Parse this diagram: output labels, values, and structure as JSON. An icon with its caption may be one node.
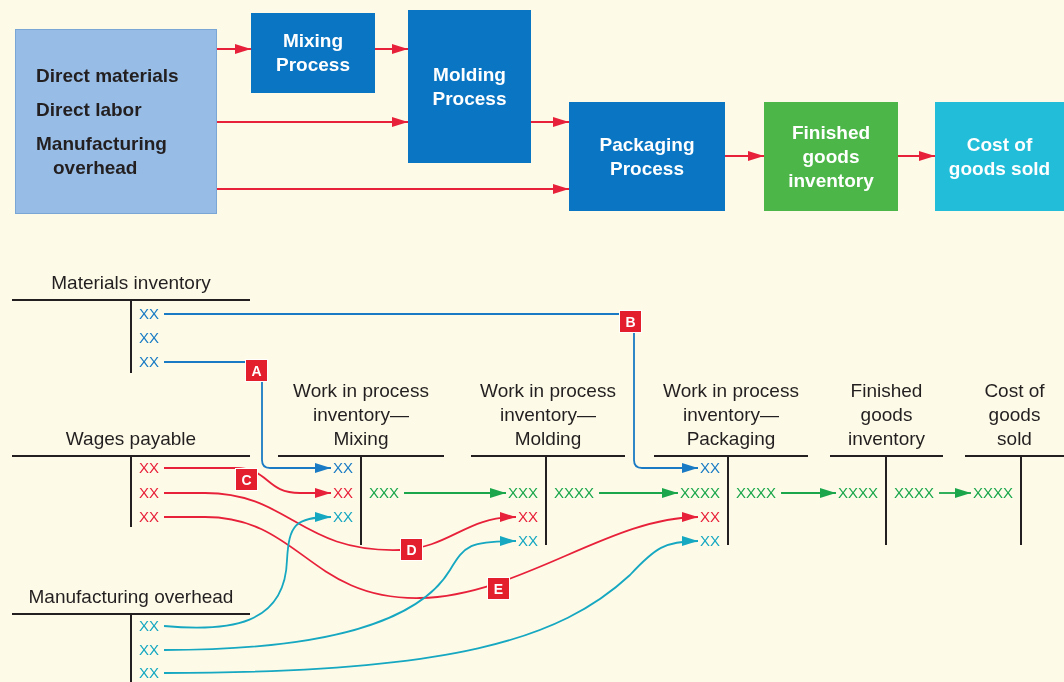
{
  "diagram": {
    "nodes": [
      {
        "text": [
          "Direct materials",
          "Direct labor",
          "Manufacturing overhead"
        ]
      },
      {
        "text": [
          "Mixing Process"
        ]
      },
      {
        "text": [
          "Molding Process"
        ]
      },
      {
        "text": [
          "Packaging Process"
        ]
      },
      {
        "text": [
          "Finished goods inventory"
        ]
      },
      {
        "text": [
          "Cost of goods sold"
        ]
      },
      {
        "text": [
          "Materials inventory"
        ]
      },
      {
        "text": [
          "XX"
        ],
        "in": 6
      },
      {
        "text": [
          "XX"
        ],
        "in": 6
      },
      {
        "text": [
          "XX"
        ],
        "in": 6
      },
      {
        "text": [
          "Wages payable"
        ]
      },
      {
        "text": [
          "XX"
        ],
        "in": 10
      },
      {
        "text": [
          "XX"
        ],
        "in": 10
      },
      {
        "text": [
          "XX"
        ],
        "in": 10
      },
      {
        "text": [
          "Manufacturing overhead"
        ]
      },
      {
        "text": [
          "XX"
        ],
        "in": 14
      },
      {
        "text": [
          "XX"
        ],
        "in": 14
      },
      {
        "text": [
          "XX"
        ],
        "in": 14
      },
      {
        "text": [
          "Work in process inventory—Mixing"
        ]
      },
      {
        "text": [
          "XX"
        ],
        "in": 18
      },
      {
        "text": [
          "XX"
        ],
        "in": 18
      },
      {
        "text": [
          "XX"
        ],
        "in": 18
      },
      {
        "text": [
          "XXX"
        ],
        "in": 18
      },
      {
        "text": [
          "Work in process inventory—Molding"
        ]
      },
      {
        "text": [
          "XXX"
        ],
        "in": 23
      },
      {
        "text": [
          "XXXX"
        ],
        "in": 23
      },
      {
        "text": [
          "XX"
        ],
        "in": 23
      },
      {
        "text": [
          "XX"
        ],
        "in": 23
      },
      {
        "text": [
          "Work in process inventory—Packaging"
        ]
      },
      {
        "text": [
          "XX"
        ],
        "in": 28
      },
      {
        "text": [
          "XXXX"
        ],
        "in": 28
      },
      {
        "text": [
          "XXXX"
        ],
        "in": 28
      },
      {
        "text": [
          "XX"
        ],
        "in": 28
      },
      {
        "text": [
          "XX"
        ],
        "in": 28
      },
      {
        "text": [
          "Finished goods inventory"
        ]
      },
      {
        "text": [
          "XXXX"
        ],
        "in": 34
      },
      {
        "text": [
          "XXXX"
        ],
        "in": 34
      },
      {
        "text": [
          "Cost of goods sold"
        ]
      },
      {
        "text": [
          "XXXX"
        ],
        "in": 37
      }
    ],
    "edges": [
      {
        "from": 0,
        "to": 1,
        "arrow": "to"
      },
      {
        "from": 0,
        "to": 2,
        "arrow": "to"
      },
      {
        "from": 0,
        "to": 3,
        "arrow": "to"
      },
      {
        "from": 1,
        "to": 2,
        "arrow": "to"
      },
      {
        "from": 2,
        "to": 3,
        "arrow": "to"
      },
      {
        "from": 3,
        "to": 4,
        "arrow": "to"
      },
      {
        "from": 4,
        "to": 5,
        "arrow": "to"
      },
      {
        "from": 9,
        "to": 19,
        "arrow": "to",
        "label": "A",
        "color": "#1a7bc4"
      },
      {
        "from": 7,
        "to": 29,
        "arrow": "to",
        "label": "B",
        "color": "#1a7bc4"
      },
      {
        "from": 11,
        "to": 20,
        "arrow": "to",
        "label": "C"
      },
      {
        "from": 12,
        "to": 26,
        "arrow": "to",
        "label": "D"
      },
      {
        "from": 13,
        "to": 32,
        "arrow": "to",
        "label": "E"
      },
      {
        "from": 15,
        "to": 21,
        "arrow": "to",
        "color": "#16a7c1"
      },
      {
        "from": 16,
        "to": 27,
        "arrow": "to",
        "color": "#16a7c1"
      },
      {
        "from": 17,
        "to": 33,
        "arrow": "to",
        "color": "#16a7c1"
      },
      {
        "from": 22,
        "to": 24,
        "arrow": "to",
        "color": "#1ba64b"
      },
      {
        "from": 25,
        "to": 30,
        "arrow": "to",
        "color": "#1ba64b"
      },
      {
        "from": 31,
        "to": 35,
        "arrow": "to",
        "color": "#1ba64b"
      },
      {
        "from": 36,
        "to": 38,
        "arrow": "to",
        "color": "#1ba64b"
      }
    ]
  }
}
